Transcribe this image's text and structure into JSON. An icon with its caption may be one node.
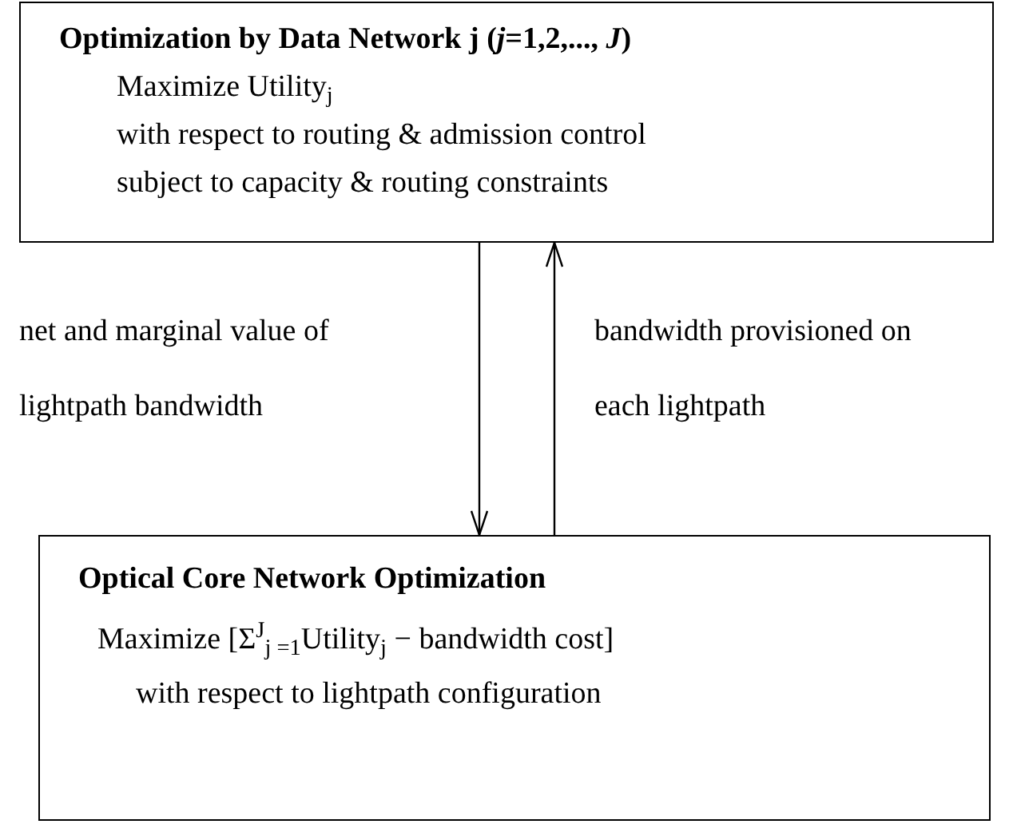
{
  "diagram": {
    "nodes": [
      {
        "text": [
          "**Optimization by Data Network** **j** (*j*=1,2,..., *J*)",
          "Maximize  Utility$_{j}$",
          "with respect to routing & admission control",
          "subject to capacity & routing constraints"
        ]
      },
      {
        "text": [
          "Optical Core Network Optimization",
          "Maximize [Σ$^{J}$$_{j =1}$Utility$_{j}$ − bandwidth cost]",
          "with respect to lightpath configuration"
        ]
      }
    ],
    "edges": [
      {
        "from": 0,
        "to": 1,
        "arrow": "to",
        "label": "net and marginal value of lightpath bandwidth"
      },
      {
        "from": 1,
        "to": 0,
        "arrow": "to",
        "label": "bandwidth provisioned on each lightpath"
      }
    ]
  }
}
